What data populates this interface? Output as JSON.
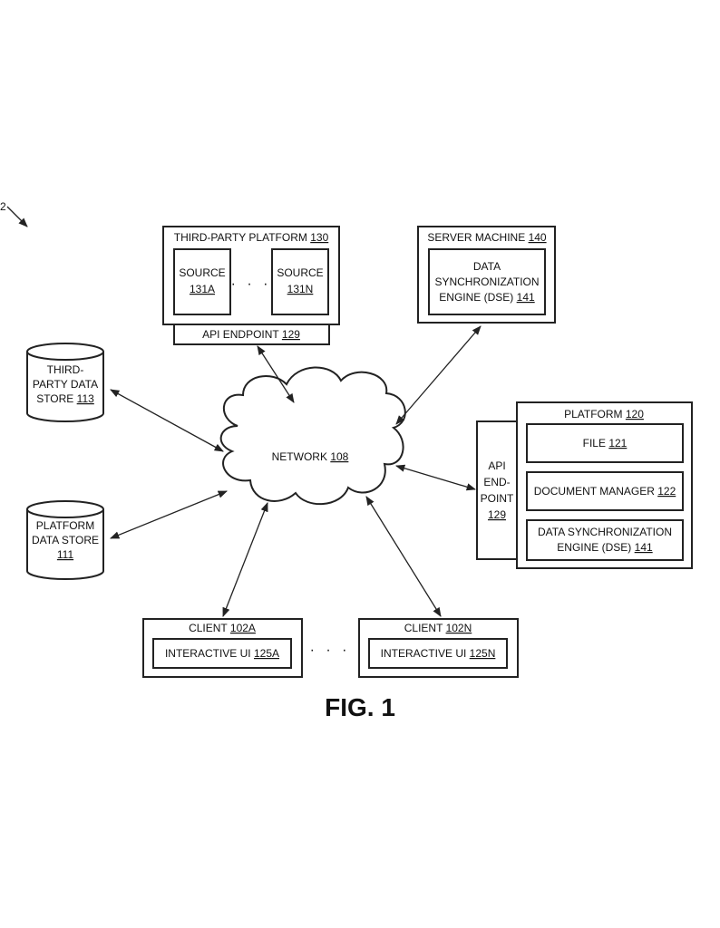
{
  "corner_ref": "2",
  "figure_label": "FIG. 1",
  "network": {
    "name": "NETWORK",
    "ref": "108"
  },
  "third_party_platform": {
    "name": "THIRD-PARTY PLATFORM",
    "ref": "130",
    "source_a": {
      "name": "SOURCE",
      "ref": "131A"
    },
    "source_n": {
      "name": "SOURCE",
      "ref": "131N"
    },
    "ellipsis": "· · ·",
    "api_endpoint": {
      "name": "API ENDPOINT",
      "ref": "129"
    }
  },
  "server_machine": {
    "name": "SERVER MACHINE",
    "ref": "140",
    "dse": {
      "line1": "DATA",
      "line2": "SYNCHRONIZATION",
      "line3": "ENGINE (DSE)",
      "ref": "141"
    }
  },
  "third_party_data_store": {
    "line1": "THIRD-",
    "line2": "PARTY DATA",
    "line3": "STORE",
    "ref": "113"
  },
  "platform_data_store": {
    "line1": "PLATFORM",
    "line2": "DATA STORE",
    "ref": "111"
  },
  "platform": {
    "name": "PLATFORM",
    "ref": "120",
    "file": {
      "name": "FILE",
      "ref": "121"
    },
    "document_manager": {
      "name": "DOCUMENT MANAGER",
      "ref": "122"
    },
    "dse": {
      "line1": "DATA SYNCHRONIZATION",
      "line2": "ENGINE (DSE)",
      "ref": "141"
    },
    "api_endpoint": {
      "line1": "API",
      "line2": "END-",
      "line3": "POINT",
      "ref": "129"
    }
  },
  "client_a": {
    "name": "CLIENT",
    "ref": "102A",
    "ui": {
      "name": "INTERACTIVE UI",
      "ref": "125A"
    }
  },
  "client_n": {
    "name": "CLIENT",
    "ref": "102N",
    "ui": {
      "name": "INTERACTIVE UI",
      "ref": "125N"
    }
  },
  "clients_ellipsis": "· · ·"
}
